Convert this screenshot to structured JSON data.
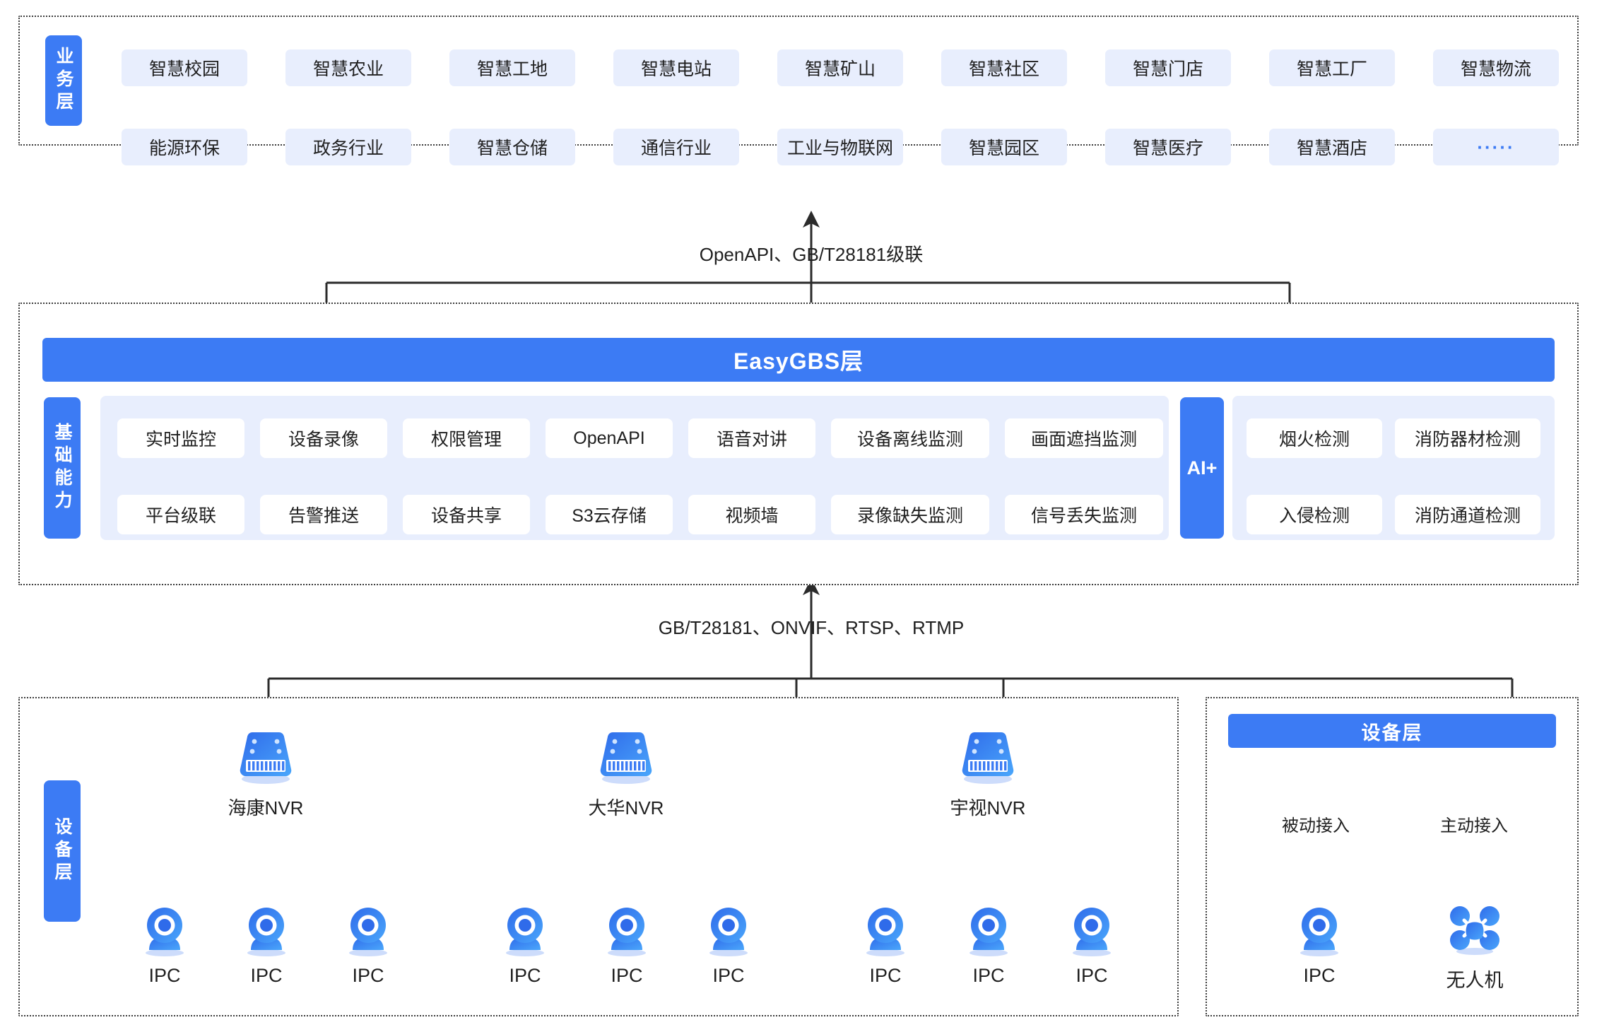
{
  "business_layer": {
    "side_label": "业务层",
    "row1": [
      "智慧校园",
      "智慧农业",
      "智慧工地",
      "智慧电站",
      "智慧矿山",
      "智慧社区",
      "智慧门店",
      "智慧工厂",
      "智慧物流"
    ],
    "row2": [
      "能源环保",
      "政务行业",
      "智慧仓储",
      "通信行业",
      "工业与物联网",
      "智慧园区",
      "智慧医疗",
      "智慧酒店",
      "·····"
    ]
  },
  "connectors": {
    "business_to_gbs": "OpenAPI、GB/T28181级联",
    "gbs_to_device": "GB/T28181、ONVIF、RTSP、RTMP"
  },
  "gbs_layer": {
    "title": "EasyGBS层",
    "side_label": "基础能力",
    "capabilities_row1": [
      "实时监控",
      "设备录像",
      "权限管理",
      "OpenAPI",
      "语音对讲",
      "设备离线监测",
      "画面遮挡监测"
    ],
    "capabilities_row2": [
      "平台级联",
      "告警推送",
      "设备共享",
      "S3云存储",
      "视频墙",
      "录像缺失监测",
      "信号丢失监测"
    ],
    "ai_label": "AI+",
    "ai_row1": [
      "烟火检测",
      "消防器材检测"
    ],
    "ai_row2": [
      "入侵检测",
      "消防通道检测"
    ]
  },
  "device_layer_left": {
    "side_label": "设备层",
    "nvrs": [
      {
        "name": "海康NVR",
        "icon": "nvr-icon",
        "children": [
          "IPC",
          "IPC",
          "IPC"
        ]
      },
      {
        "name": "大华NVR",
        "icon": "nvr-icon",
        "children": [
          "IPC",
          "IPC",
          "IPC"
        ]
      },
      {
        "name": "宇视NVR",
        "icon": "nvr-icon",
        "children": [
          "IPC",
          "IPC",
          "IPC"
        ]
      }
    ]
  },
  "device_layer_right": {
    "bar_title": "设备层",
    "branches": [
      {
        "label": "被动接入",
        "device": "IPC",
        "icon": "camera-icon"
      },
      {
        "label": "主动接入",
        "device": "无人机",
        "icon": "drone-icon"
      }
    ]
  },
  "colors": {
    "brand_blue": "#3c7bf4",
    "chip_bg": "#e8eefd",
    "panel_bg": "#e8eefd",
    "line": "#3d3d3d",
    "text": "#1f1f1f"
  }
}
